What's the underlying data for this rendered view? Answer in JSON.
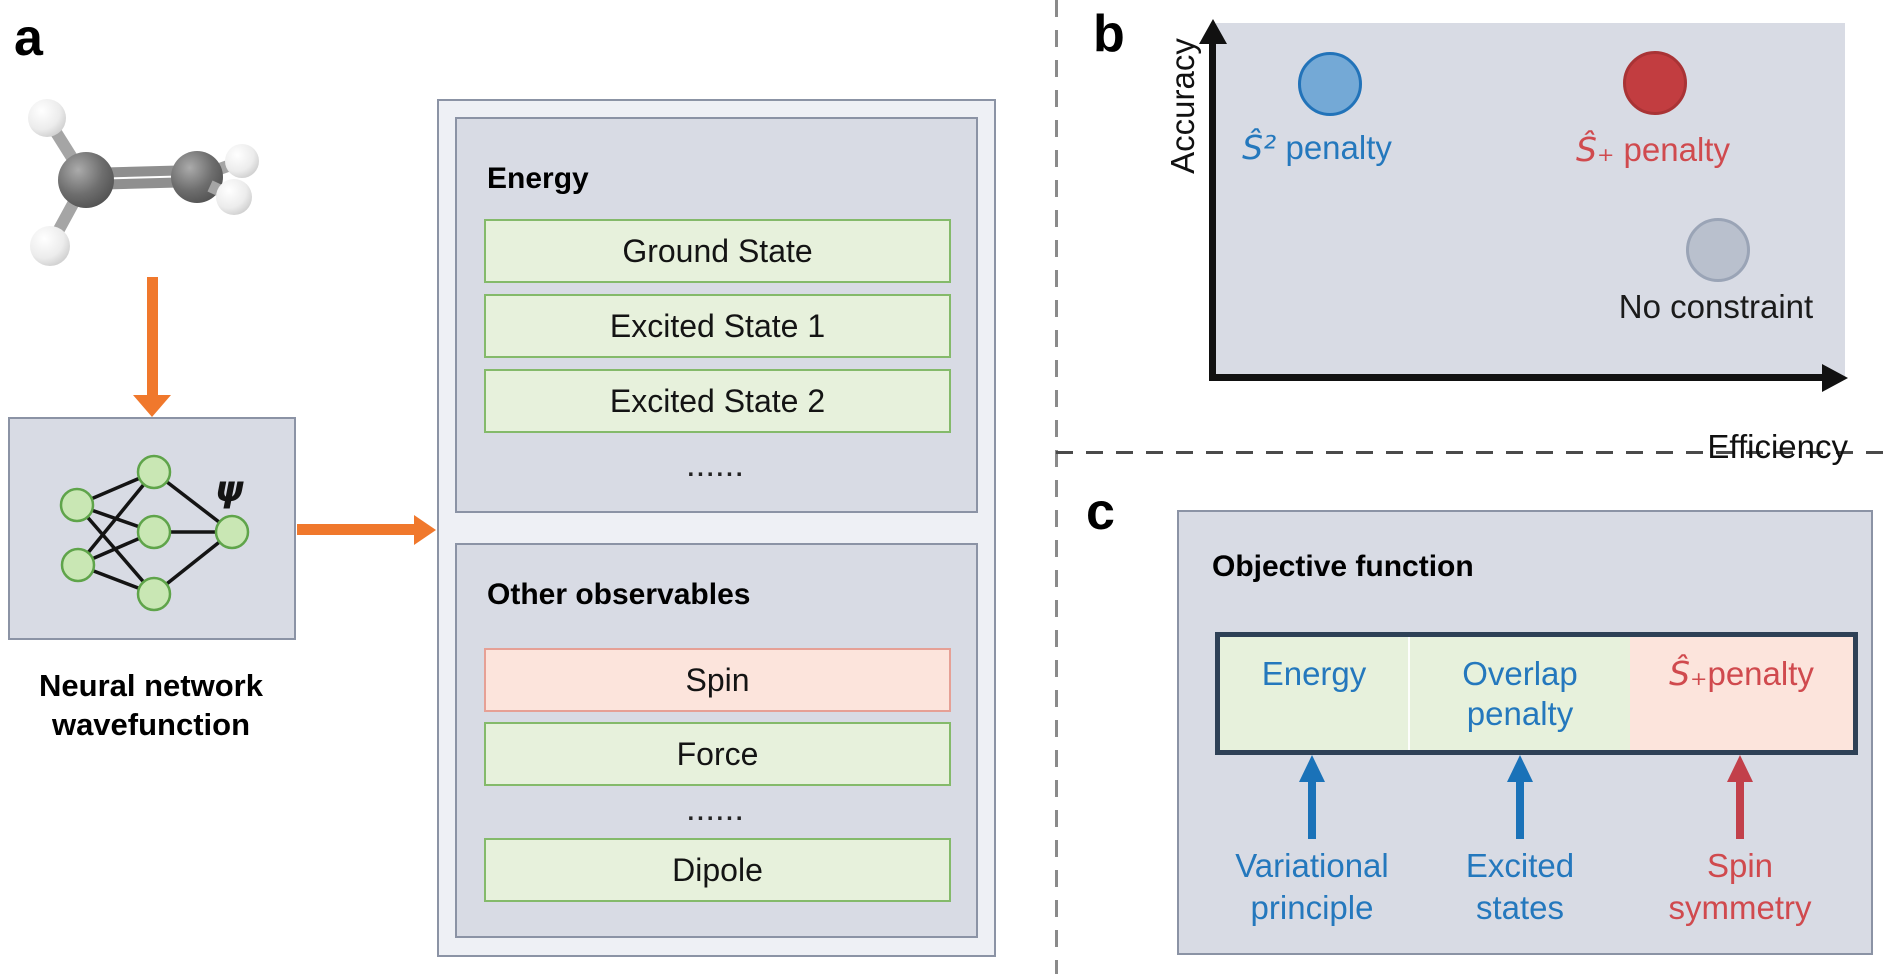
{
  "panel_a": {
    "label": "a",
    "molecule": "ethylene ball-and-stick model",
    "nn": {
      "psi": "ψ",
      "caption": "Neural network\nwavefunction"
    },
    "energy_box": {
      "title": "Energy",
      "rows": [
        "Ground State",
        "Excited State 1",
        "Excited State 2"
      ],
      "ellipsis": "......"
    },
    "observables_box": {
      "title": "Other observables",
      "rows": [
        "Spin",
        "Force",
        "Dipole"
      ],
      "ellipsis": "......"
    }
  },
  "panel_b": {
    "label": "b",
    "y_axis_label": "Accuracy",
    "x_axis_label": "Efficiency",
    "points": [
      {
        "name": "s-squared-penalty",
        "symbol": "Ŝ²",
        "text": " penalty",
        "accuracy": "high",
        "efficiency": "low",
        "dot_color": "#74a9d6"
      },
      {
        "name": "s-plus-penalty",
        "symbol": "Ŝ₊",
        "text": " penalty",
        "accuracy": "high",
        "efficiency": "high",
        "dot_color": "#c23d40"
      },
      {
        "name": "no-constraint",
        "symbol": "",
        "text": "No constraint",
        "accuracy": "medium",
        "efficiency": "high",
        "dot_color": "#b9c0cd"
      }
    ]
  },
  "panel_c": {
    "label": "c",
    "title": "Objective function",
    "cells": [
      {
        "symbol": "",
        "text": "Energy"
      },
      {
        "symbol": "",
        "text": "Overlap\npenalty"
      },
      {
        "symbol": "Ŝ₊",
        "text": " penalty"
      }
    ],
    "annotations": [
      {
        "text": "Variational\nprinciple",
        "color": "blue"
      },
      {
        "text": "Excited\nstates",
        "color": "blue"
      },
      {
        "text": "Spin\nsymmetry",
        "color": "red"
      }
    ]
  },
  "colors": {
    "accent_orange": "#f0782c",
    "panel_fill": "#d8dbe4",
    "outer_fill": "#eef0f5",
    "box_border": "#8b93a5",
    "green_fill": "#e7f1dc",
    "green_border": "#84ba6a",
    "pink_fill": "#fce4dc",
    "pink_border": "#e6a095",
    "blue_text": "#2478bd",
    "red_text": "#d04a4e",
    "navy_border": "#2e4156",
    "blue_arrow": "#1a72b8",
    "red_arrow": "#c2404a",
    "node_fill": "#c9e7b4",
    "node_border": "#5fa44a",
    "dot_blue": "#74a9d6",
    "dot_blue_border": "#2273b9",
    "dot_red": "#c23d40",
    "dot_red_border": "#a93335",
    "dot_gray": "#b9c0cd",
    "dot_gray_border": "#9aa4b6",
    "axis_black": "#111111"
  }
}
